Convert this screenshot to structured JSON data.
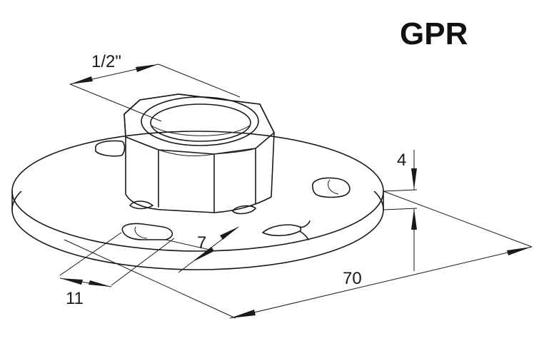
{
  "title": "GPR",
  "dimensions": {
    "thread": "1/2\"",
    "thickness": "4",
    "diameter": "70",
    "slot_width": "7",
    "slot_length": "11"
  }
}
